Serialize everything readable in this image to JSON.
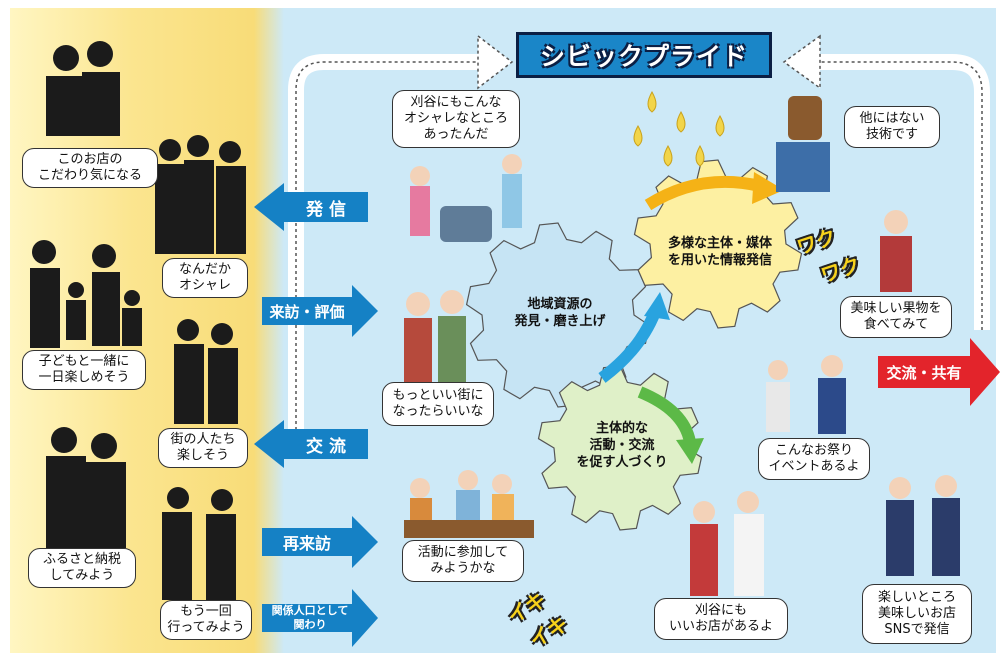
{
  "title": "シビックプライド",
  "arrows_left": [
    {
      "label": "発 信"
    },
    {
      "label": "来訪・評価"
    },
    {
      "label": "交 流"
    },
    {
      "label": "再来訪"
    },
    {
      "label": "関係人口として\n関わり"
    }
  ],
  "exchange_label": "交流・共有",
  "gears": [
    {
      "text": "地域資源の\n発見・磨き上げ"
    },
    {
      "text": "多様な主体・媒体\nを用いた情報発信"
    },
    {
      "text": "主体的な\n活動・交流\nを促す人づくり"
    }
  ],
  "left_bubbles": [
    {
      "text": "このお店の\nこだわり気になる"
    },
    {
      "text": "なんだか\nオシャレ"
    },
    {
      "text": "子どもと一緒に\n一日楽しめそう"
    },
    {
      "text": "街の人たち\n楽しそう"
    },
    {
      "text": "ふるさと納税\nしてみよう"
    },
    {
      "text": "もう一回\n行ってみよう"
    }
  ],
  "right_bubbles": [
    {
      "text": "刈谷にもこんな\nオシャレなところ\nあったんだ"
    },
    {
      "text": "他にはない\n技術です"
    },
    {
      "text": "もっといい街に\nなったらいいな"
    },
    {
      "text": "美味しい果物を\n食べてみて"
    },
    {
      "text": "こんなお祭り\nイベントあるよ"
    },
    {
      "text": "活動に参加して\nみようかな"
    },
    {
      "text": "刈谷にも\nいいお店があるよ"
    },
    {
      "text": "楽しいところ\n美味しいお店\nSNSで発信"
    }
  ],
  "onomatopoeia": [
    "ワク",
    "ワク",
    "イキ",
    "イキ"
  ],
  "colors": {
    "left_panel": "#fbe58f",
    "right_panel": "#cde9f7",
    "blue_arrow": "#1581c5",
    "red_arrow": "#e3242b",
    "title_bg": "#1a86c8",
    "gear_yellow": "#fdf0a2",
    "gear_blue": "#c6e4f4",
    "gear_green": "#dff0c8"
  }
}
